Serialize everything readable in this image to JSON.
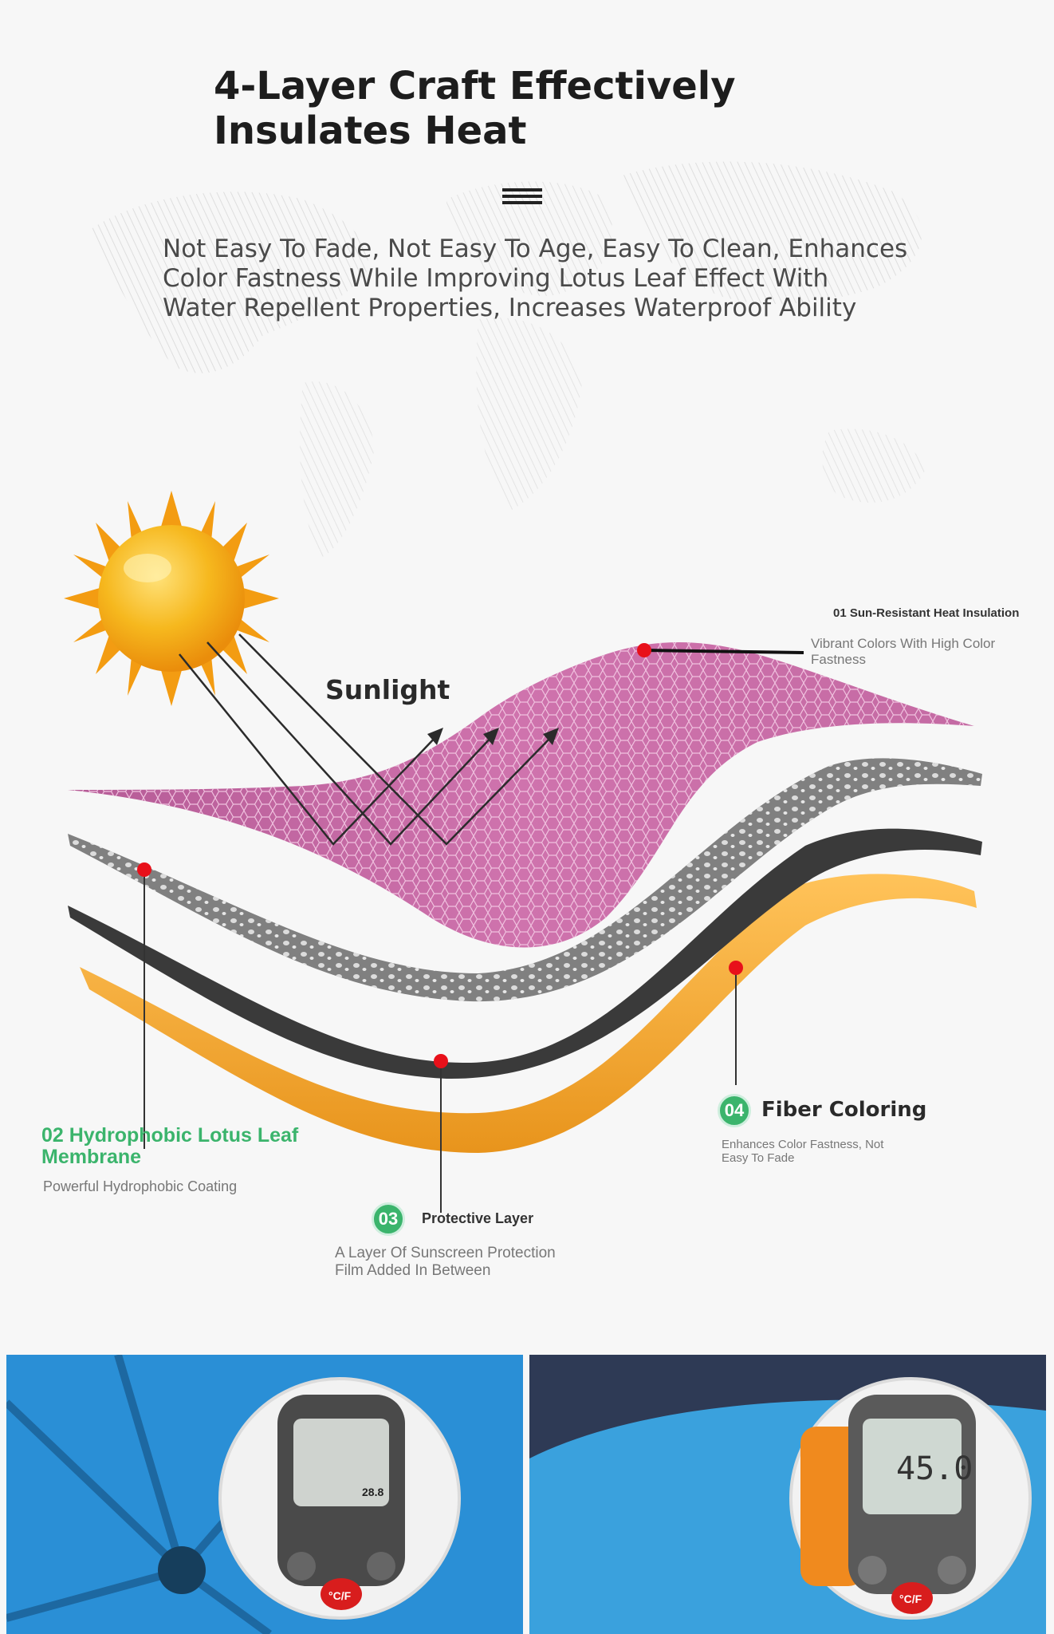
{
  "header": {
    "title_lines": [
      "4-Layer Craft Effectively",
      "Insulates Heat"
    ],
    "subtitle_lines": [
      "Not Easy To Fade, Not Easy To Age, Easy To Clean, Enhances",
      "Color Fastness While Improving Lotus Leaf Effect With",
      "Water Repellent Properties, Increases Waterproof Ability"
    ]
  },
  "diagram": {
    "sunlight_label": "Sunlight",
    "layers": [
      {
        "title": "01 Sun-Resistant Heat Insulation",
        "desc": "Vibrant Colors With High Color Fastness",
        "desc_lines": [
          "Vibrant Colors With High Color",
          "Fastness"
        ]
      },
      {
        "title_lines": [
          "02 Hydrophobic Lotus Leaf",
          "Membrane"
        ],
        "desc": "Powerful Hydrophobic Coating"
      },
      {
        "badge": "03",
        "title": "Protective Layer",
        "desc_lines": [
          "A Layer Of Sunscreen Protection",
          "Film Added In Between"
        ]
      },
      {
        "badge": "04",
        "title": "Fiber Coloring",
        "desc_lines": [
          "Enhances Color Fastness, Not",
          "Easy To Fade"
        ]
      }
    ],
    "colors": {
      "pink": "#c2629f",
      "gray": "#8a8a8a",
      "black": "#3a3a3a",
      "orange": "#f2a634",
      "accent_green": "#3bb46c",
      "marker_red": "#e8101a"
    }
  },
  "photos": {
    "left": {
      "reading": "28.8",
      "button_label": "°C/F"
    },
    "right": {
      "reading": "45.0",
      "button_label": "°C/F"
    }
  }
}
